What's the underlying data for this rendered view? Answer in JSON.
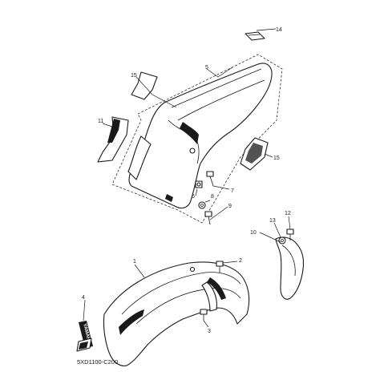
{
  "diagram": {
    "part_code": "5XD1100-C200",
    "callouts": {
      "c1": "1",
      "c2": "2",
      "c3": "3",
      "c4": "4",
      "c5": "5",
      "c6": "6",
      "c7": "7",
      "c8": "8",
      "c9": "9",
      "c10": "10",
      "c11": "11",
      "c12": "12",
      "c13": "13",
      "c14": "14",
      "c15a": "15",
      "c15b": "15"
    },
    "decal_text": "YAMAHA"
  }
}
